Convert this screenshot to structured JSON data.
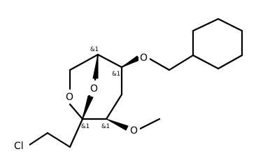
{
  "atoms": {
    "o_ether": "O",
    "o_bridge": "O",
    "o_ring": "O",
    "o_methoxy": "O",
    "cl": "Cl"
  },
  "stereo": {
    "c_top": "&1",
    "c_right": "&1",
    "c_bottom_right": "&1",
    "c_quaternary": "&1"
  },
  "colors": {
    "bond": "#000000",
    "background": "#ffffff"
  }
}
